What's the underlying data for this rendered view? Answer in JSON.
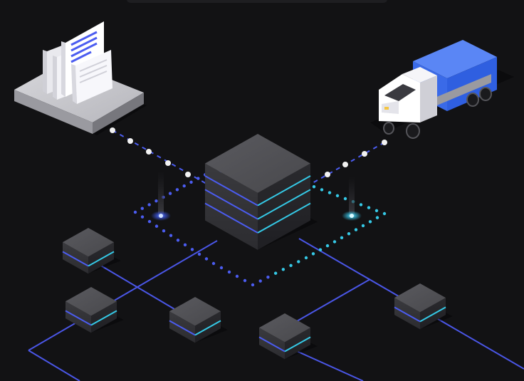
{
  "scene": {
    "background": "#121214",
    "accent_blue": "#4b5cf0",
    "accent_cyan": "#35c9e6",
    "truck_blue": "#3f6ee8",
    "dot_white": "#f2f2f2"
  },
  "nodes": [
    {
      "name": "document-stack-icon",
      "kind": "documents"
    },
    {
      "name": "delivery-truck-icon",
      "kind": "truck"
    },
    {
      "name": "central-hub-cube",
      "kind": "hub"
    },
    {
      "name": "network-node-cube",
      "kind": "node"
    },
    {
      "name": "network-node-cube",
      "kind": "node"
    },
    {
      "name": "network-node-cube",
      "kind": "node"
    },
    {
      "name": "network-node-cube",
      "kind": "node"
    },
    {
      "name": "network-node-cube",
      "kind": "node"
    }
  ]
}
